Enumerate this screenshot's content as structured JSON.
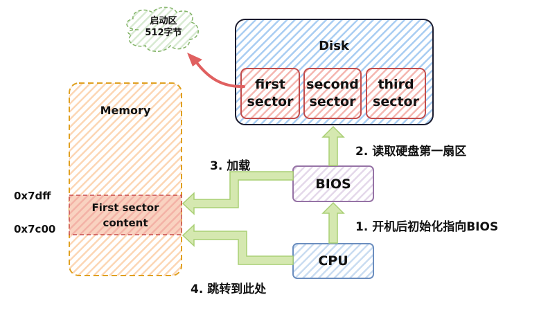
{
  "cloud": {
    "line1": "启动区",
    "line2": "512字节"
  },
  "disk": {
    "label": "Disk",
    "sectors": [
      {
        "line1": "first",
        "line2": "sector"
      },
      {
        "line1": "second",
        "line2": "sector"
      },
      {
        "line1": "third",
        "line2": "sector"
      }
    ]
  },
  "memory": {
    "label": "Memory",
    "content_line1": "First sector",
    "content_line2": "content",
    "addr_top": "0x7dff",
    "addr_bottom": "0x7c00"
  },
  "bios": {
    "label": "BIOS"
  },
  "cpu": {
    "label": "CPU"
  },
  "steps": {
    "step1": "1. 开机后初始化指向BIOS",
    "step2": "2. 读取硬盘第一扇区",
    "step3": "3. 加载",
    "step4": "4. 跳转到此处"
  },
  "colors": {
    "disk_fill": "#b7d6f5",
    "disk_stroke": "#1b1b2e",
    "sector_fill": "#f4b6b0",
    "sector_stroke": "#c24c4c",
    "memory_fill": "#fcd6b4",
    "memory_stroke": "#e0a020",
    "content_fill": "#f4b7b0",
    "content_stroke": "#c94c4c",
    "bios_fill": "#e1d5e7",
    "bios_stroke": "#9673a6",
    "cpu_fill": "#c5d9f0",
    "cpu_stroke": "#6c8ebf",
    "arrow_green": "#d5e8b0",
    "arrow_green_stroke": "#a9cf74",
    "arrow_red": "#e06060",
    "cloud_fill": "#d5e8d4",
    "cloud_stroke": "#82b366"
  }
}
